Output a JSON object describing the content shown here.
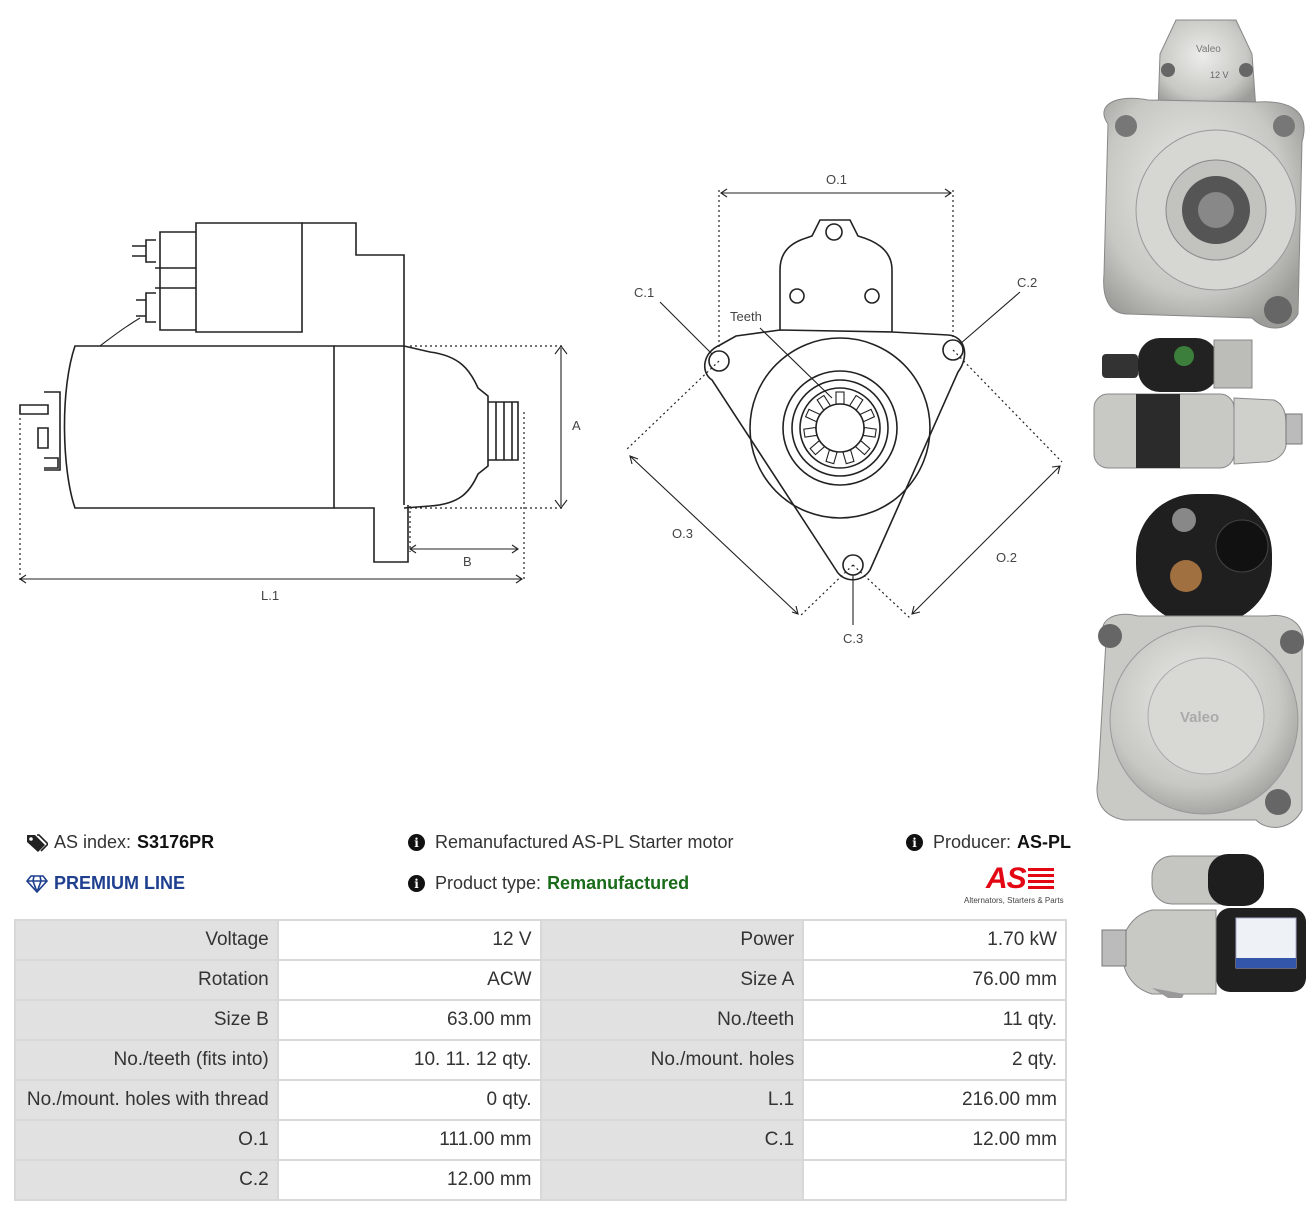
{
  "drawing": {
    "side_labels": {
      "a": "A",
      "b": "B",
      "l1": "L.1"
    },
    "front_labels": {
      "o1": "O.1",
      "o2": "O.2",
      "o3": "O.3",
      "c1": "C.1",
      "c2": "C.2",
      "c3": "C.3",
      "teeth": "Teeth"
    }
  },
  "photos": [
    {
      "name": "front-view-photo",
      "marking": "Valeo",
      "voltage_mark": "12 V"
    },
    {
      "name": "side-view-photo-1"
    },
    {
      "name": "rear-view-photo",
      "marking": "Valeo"
    },
    {
      "name": "side-view-photo-2"
    }
  ],
  "info": {
    "as_index_label": "AS index:",
    "as_index_value": "S3176PR",
    "premium_line": "PREMIUM LINE",
    "description": "Remanufactured AS-PL Starter motor",
    "product_type_label": "Product type:",
    "product_type_value": "Remanufactured",
    "producer_label": "Producer:",
    "producer_value": "AS-PL",
    "logo_text": "AS",
    "logo_tagline": "Alternators, Starters & Parts"
  },
  "colors": {
    "premium": "#1f3f8f",
    "product_type": "#1a6b1a",
    "logo_red": "#e30613"
  },
  "specs": [
    [
      {
        "label": "Voltage",
        "value": "12 V"
      },
      {
        "label": "Power",
        "value": "1.70 kW"
      }
    ],
    [
      {
        "label": "Rotation",
        "value": "ACW"
      },
      {
        "label": "Size A",
        "value": "76.00 mm"
      }
    ],
    [
      {
        "label": "Size B",
        "value": "63.00 mm"
      },
      {
        "label": "No./teeth",
        "value": "11 qty."
      }
    ],
    [
      {
        "label": "No./teeth (fits into)",
        "value": "10. 11. 12 qty."
      },
      {
        "label": "No./mount. holes",
        "value": "2 qty."
      }
    ],
    [
      {
        "label": "No./mount. holes with thread",
        "value": "0 qty."
      },
      {
        "label": "L.1",
        "value": "216.00 mm"
      }
    ],
    [
      {
        "label": "O.1",
        "value": "111.00 mm"
      },
      {
        "label": "C.1",
        "value": "12.00 mm"
      }
    ],
    [
      {
        "label": "C.2",
        "value": "12.00 mm"
      },
      {
        "label": "",
        "value": ""
      }
    ]
  ]
}
